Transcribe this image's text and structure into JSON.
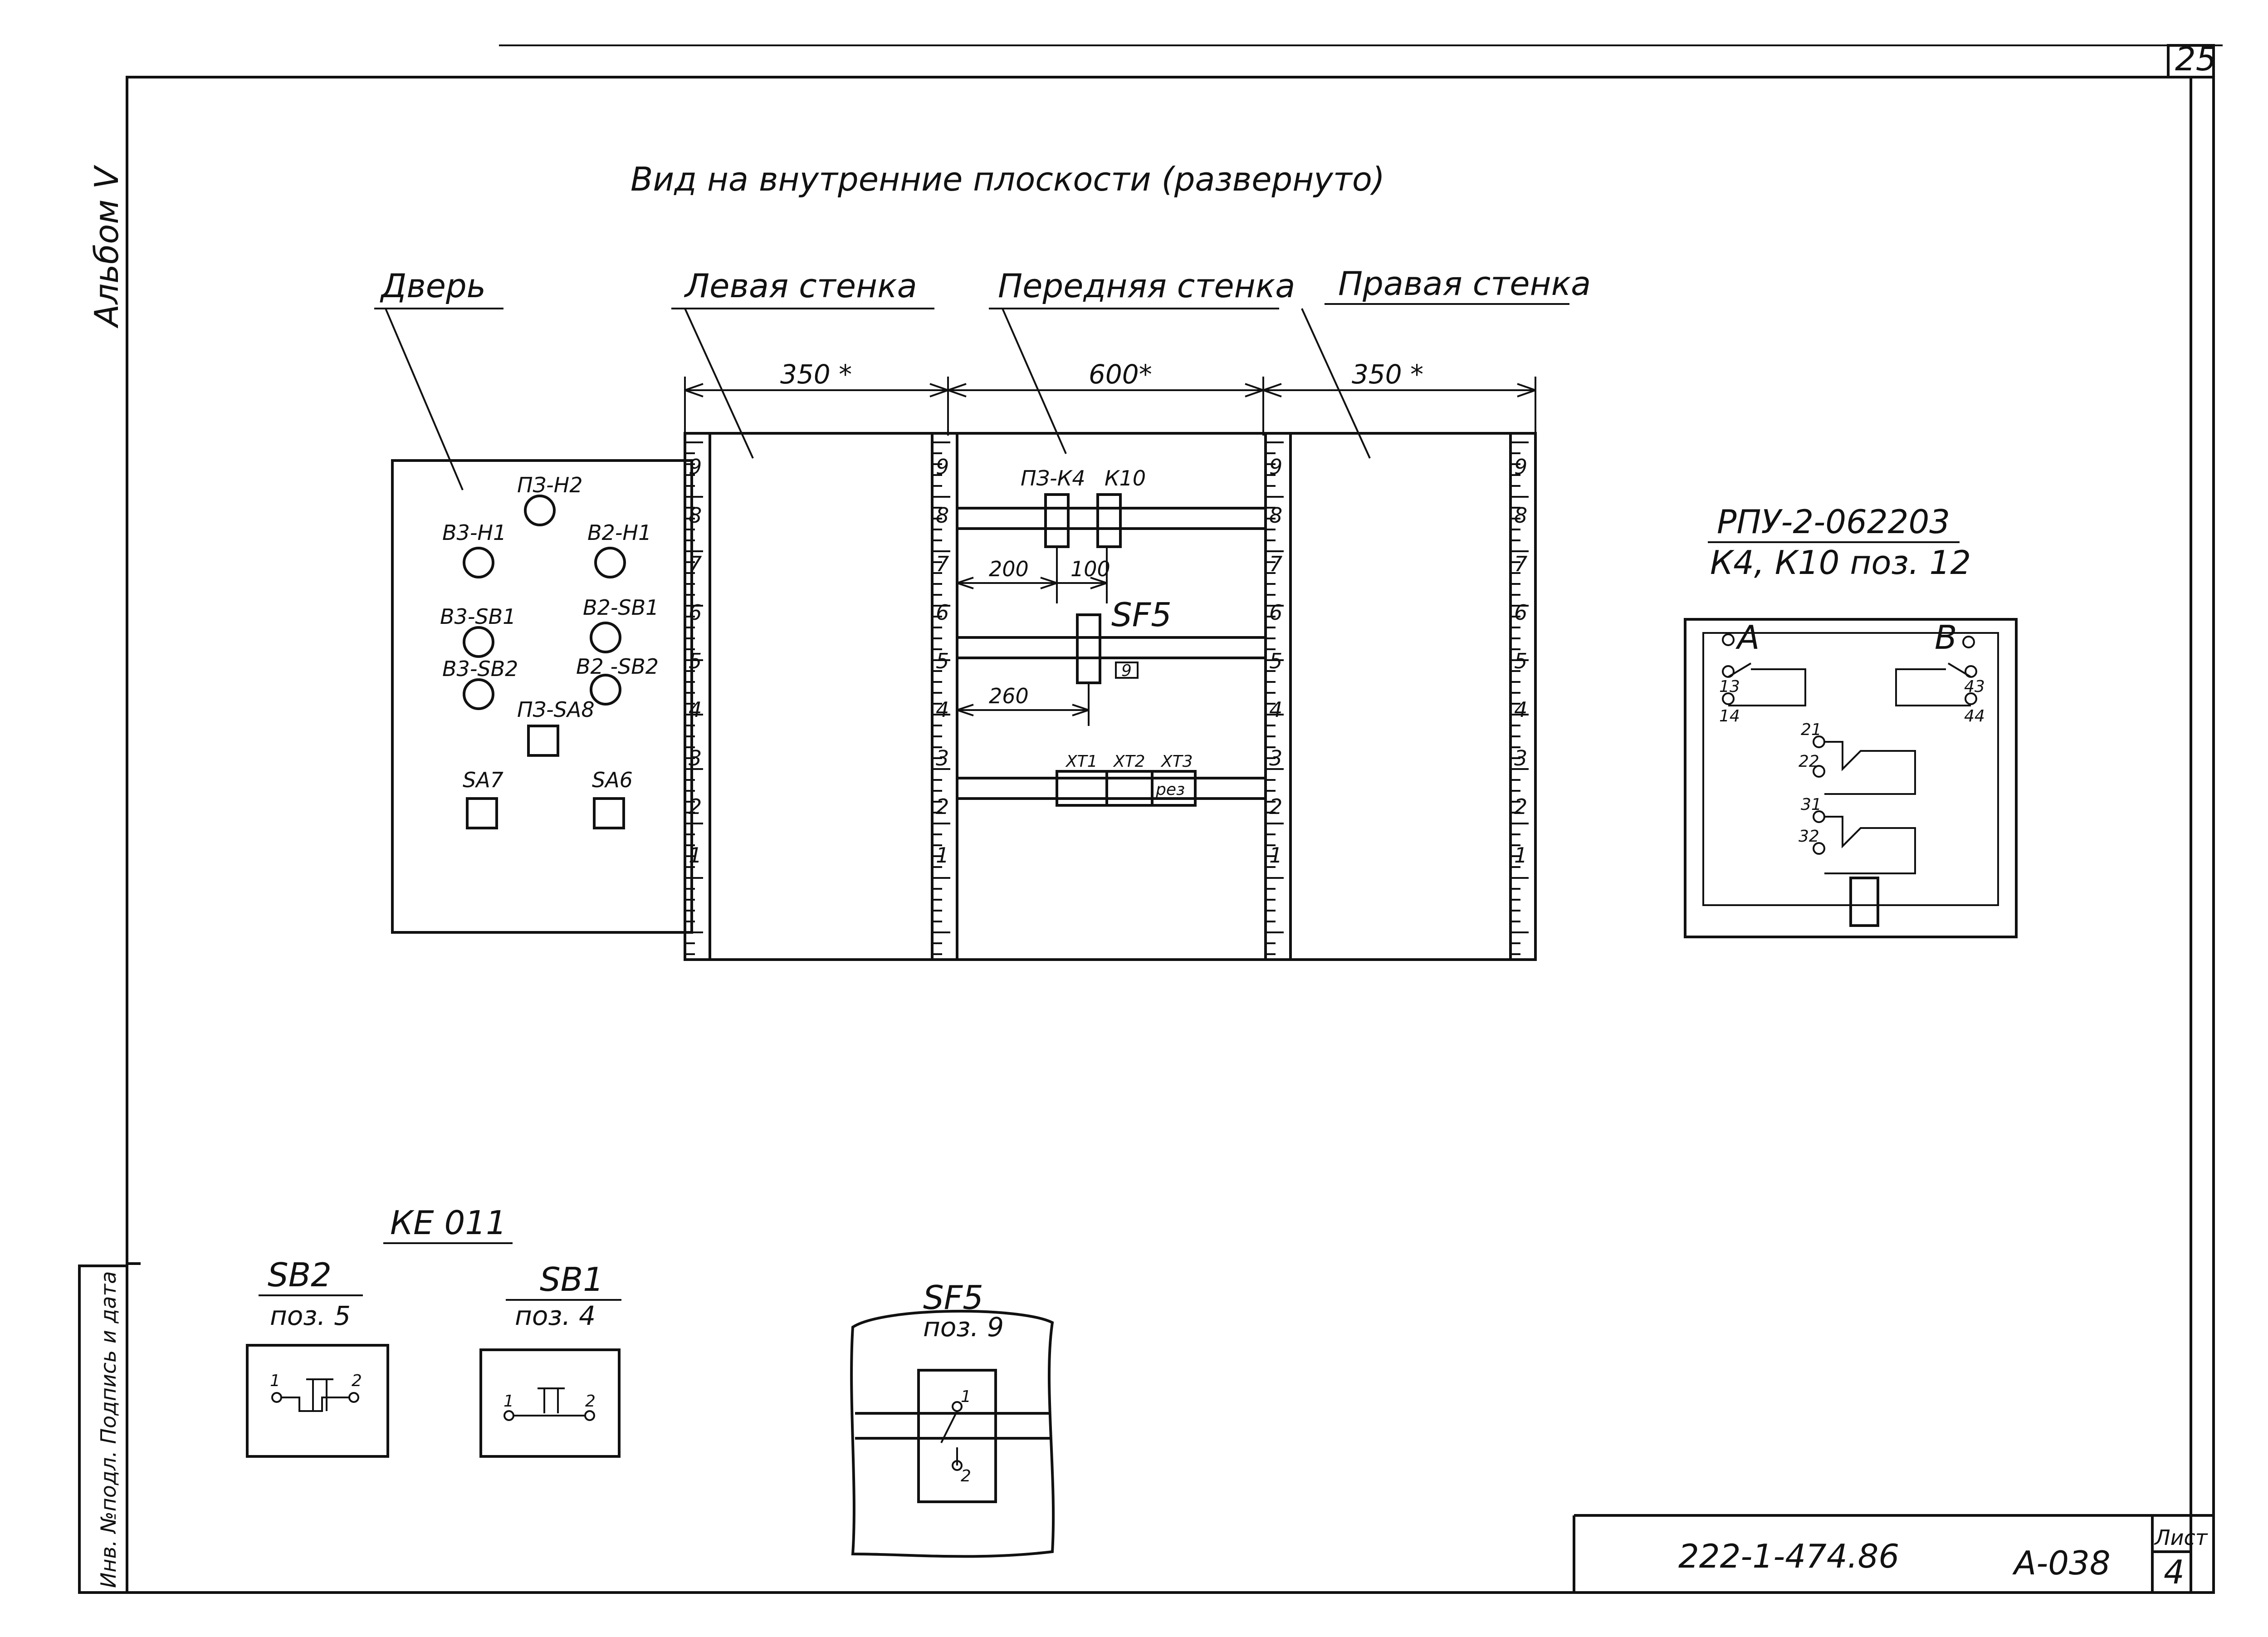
{
  "sheet_number": "25",
  "album_label": "Альбом V",
  "title": "Вид на внутренние плоскости (развернуто)",
  "panels": {
    "door": "Дверь",
    "left_wall": "Левая стенка",
    "front_wall": "Передняя стенка",
    "right_wall": "Правая стенка"
  },
  "dimensions": {
    "left": "350 *",
    "front": "600*",
    "right": "350 *",
    "d200": "200",
    "d100": "100",
    "d260": "260"
  },
  "door_items": [
    "ПЗ-Н2",
    "В3-Н1",
    "В2-Н1",
    "В3-SB1",
    "В2-SB1",
    "В3-SB2",
    "В2 -SB2",
    "ПЗ-SA8",
    "SA7",
    "SA6"
  ],
  "front_items": {
    "k4": "ПЗ-К4",
    "k10": "К10",
    "sf5": "SF5",
    "sf5_pos": "9",
    "xt1": "ХТ1",
    "xt2": "ХТ2",
    "xt3": "ХТ3",
    "rez": "рез"
  },
  "scale_numbers": [
    "9",
    "8",
    "7",
    "6",
    "5",
    "4",
    "3",
    "2",
    "1"
  ],
  "relay": {
    "model": "РПУ-2-062203",
    "pos": "К4, К10 поз. 12",
    "A": "А",
    "B": "В",
    "contacts": [
      "13",
      "14",
      "43",
      "44",
      "21",
      "22",
      "31",
      "32"
    ]
  },
  "ke": {
    "series": "КЕ 011",
    "sb2": "SB2",
    "sb2_pos": "поз. 5",
    "sb1": "SB1",
    "sb1_pos": "поз. 4",
    "sb_contacts": [
      "1",
      "2"
    ]
  },
  "sf5_detail": {
    "name": "SF5",
    "pos": "поз. 9",
    "t1": "1",
    "t2": "2"
  },
  "title_block": {
    "doc": "222-1-474.86",
    "code": "А-038",
    "sheet_label": "Лист",
    "sheet_num": "4",
    "side_stamp": "Инв. №подл. Подпись и дата"
  }
}
